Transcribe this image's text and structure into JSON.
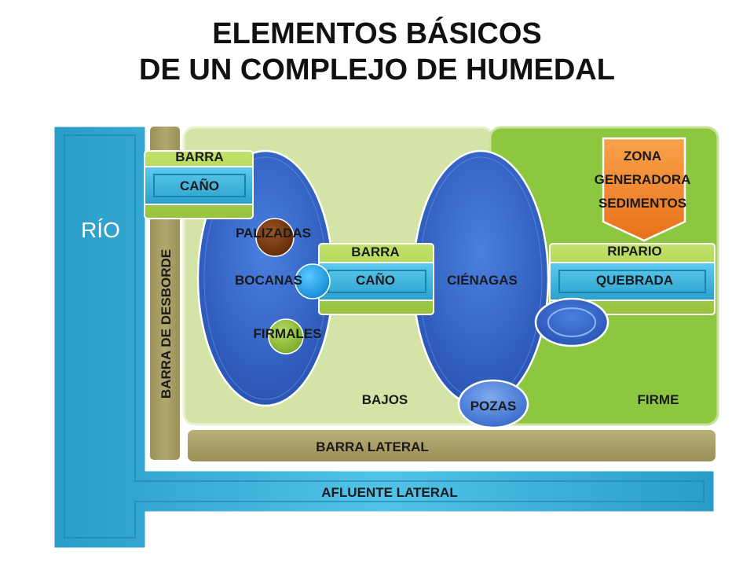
{
  "title_line1": "ELEMENTOS BÁSICOS",
  "title_line2": "DE UN COMPLEJO DE HUMEDAL",
  "labels": {
    "rio": "RÍO",
    "barra_desborde": "BARRA DE DESBORDE",
    "barra_top": "BARRA",
    "cano_top": "CAÑO",
    "palizadas": "PALIZADAS",
    "bocanas": "BOCANAS",
    "firmales": "FIRMALES",
    "barra_mid": "BARRA",
    "cano_mid": "CAÑO",
    "cienagas": "CIÉNAGAS",
    "zona_l1": "ZONA",
    "zona_l2": "GENERADORA",
    "zona_l3": "SEDIMENTOS",
    "ripario": "RIPARIO",
    "quebrada": "QUEBRADA",
    "bajos": "BAJOS",
    "pozas": "POZAS",
    "firme": "FIRME",
    "barra_lateral": "BARRA LATERAL",
    "afluente_lateral": "AFLUENTE LATERAL"
  },
  "colors": {
    "river_blue": "#3fb4dc",
    "river_dark": "#1b7fa8",
    "olive": "#a89d62",
    "light_green": "#d0e3a4",
    "green": "#8cc63e",
    "ellipse_blue": "#2f63c7",
    "lime_bar": "#a8d24a",
    "palizadas_brown": "#7a3a10",
    "bocana_blue": "#1ea3f0",
    "firmales_green": "#8dbf3a",
    "zona_orange": "#f07a1e"
  }
}
